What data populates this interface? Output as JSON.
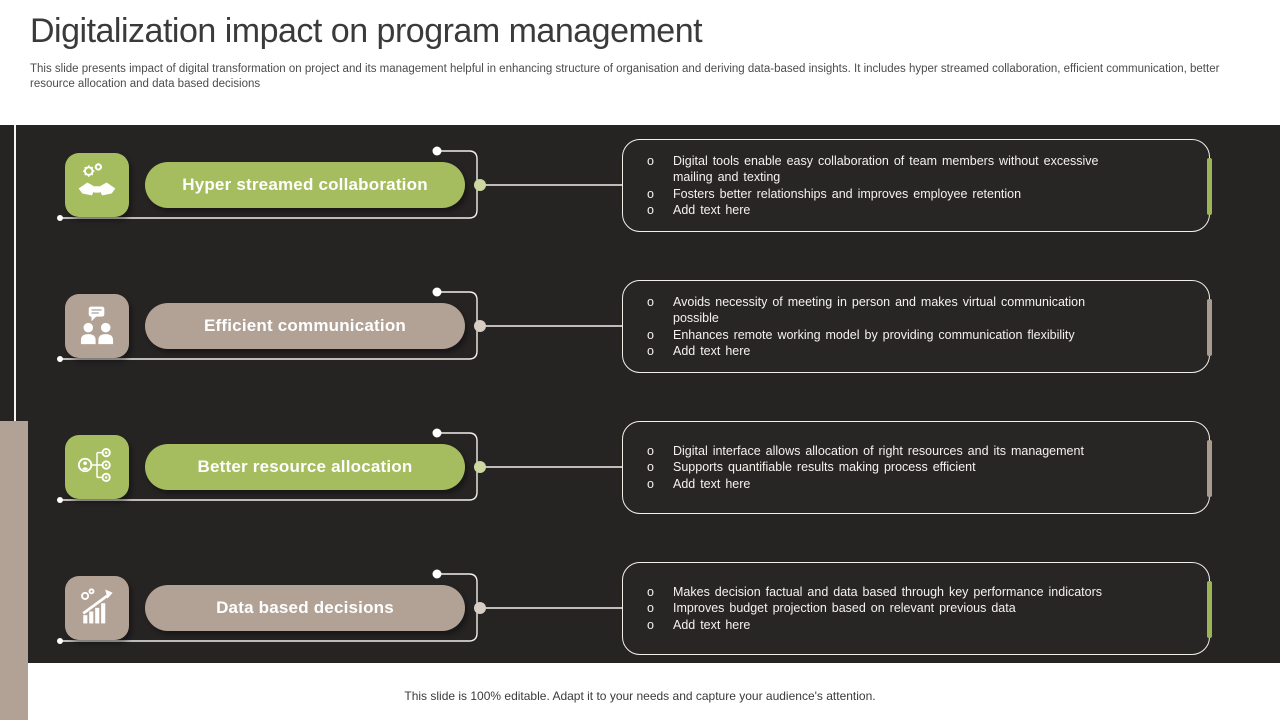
{
  "slide": {
    "title": "Digitalization impact on program management",
    "subtitle": "This slide presents impact of digital transformation on project and its management helpful in enhancing structure of organisation and deriving data-based insights. It includes hyper streamed collaboration, efficient communication, better resource allocation and data based decisions",
    "footer": "This slide is 100% editable. Adapt it to your needs and capture your audience's attention."
  },
  "colors": {
    "green": "#a5bd5f",
    "tan": "#b2a295",
    "green_light": "#ccd8a0",
    "tan_light": "#d8cdc2",
    "accent_green": "#9cb456",
    "accent_tan": "#a99c8f",
    "dark_background": "#262323",
    "connector_line": "#f2efe9"
  },
  "rows": [
    {
      "label": "Hyper streamed collaboration",
      "theme": "green",
      "accent": "green",
      "icon": "handshake-gears-icon",
      "bullet_marker": "o",
      "bullets": [
        "Digital tools enable easy collaboration of team members without excessive mailing and texting",
        "Fosters better relationships and improves employee retention",
        "Add text here"
      ]
    },
    {
      "label": "Efficient communication",
      "theme": "tan",
      "accent": "tan",
      "icon": "people-chat-icon",
      "bullet_marker": "o",
      "bullets": [
        "Avoids necessity of meeting in person and makes virtual communication possible",
        "Enhances remote working model by providing communication flexibility",
        "Add text here"
      ]
    },
    {
      "label": "Better resource allocation",
      "theme": "green",
      "accent": "tan",
      "icon": "resource-allocation-icon",
      "bullet_marker": "o",
      "bullets": [
        "Digital interface allows allocation of right resources and its management",
        "Supports quantifiable results making process efficient",
        "Add text here"
      ]
    },
    {
      "label": "Data based decisions",
      "theme": "tan",
      "accent": "green",
      "icon": "growth-chart-icon",
      "bullet_marker": "o",
      "bullets": [
        "Makes decision factual and data based through key performance indicators",
        "Improves budget projection based on relevant previous data",
        "Add text here"
      ]
    }
  ]
}
